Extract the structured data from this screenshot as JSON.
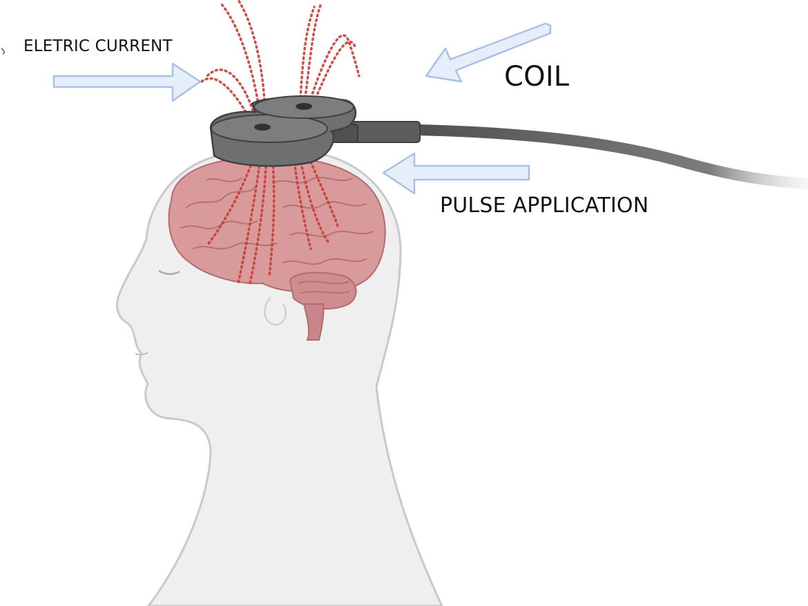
{
  "labels": {
    "electric_current": "ELETRIC CURRENT",
    "coil": "COIL",
    "pulse_application": "PULSE APPLICATION"
  },
  "colors": {
    "arrow_fill": "#e6eefb",
    "arrow_stroke": "#a9c0e6",
    "head_fill": "#efefef",
    "head_stroke": "#c9c9c9",
    "brain_fill": "#d99a9c",
    "brain_stroke": "#b26a6e",
    "field_dots": "#cc3b35",
    "coil_fill": "#6d6f71",
    "coil_dark": "#4a4c4e",
    "cable": "#5a5c5e"
  },
  "icons": [
    "arrow-right-icon",
    "arrow-left-icon",
    "tms-coil-icon",
    "brain-icon",
    "head-silhouette-icon"
  ]
}
